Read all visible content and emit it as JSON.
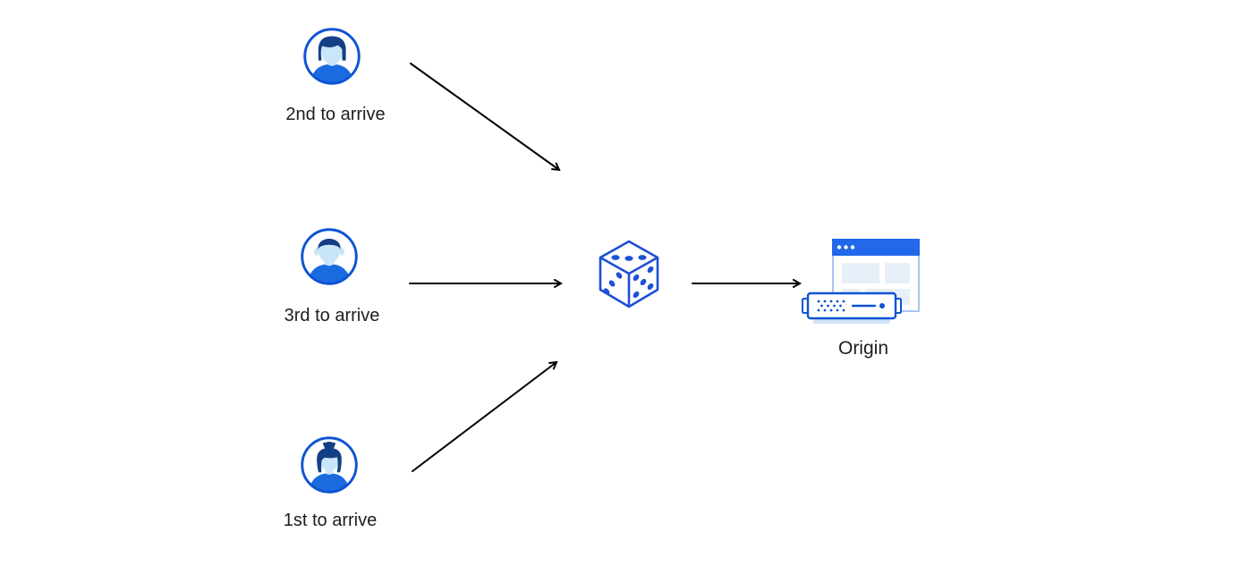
{
  "nodes": {
    "visitor_top": {
      "label": "2nd to arrive",
      "icon": "male-user-avatar"
    },
    "visitor_middle": {
      "label": "3rd to arrive",
      "icon": "male-user-avatar"
    },
    "visitor_bottom": {
      "label": "1st to arrive",
      "icon": "female-user-avatar"
    },
    "selector": {
      "icon": "dice"
    },
    "origin": {
      "label": "Origin",
      "icon": "origin-server-window"
    }
  },
  "edges": [
    {
      "from": "visitor_top",
      "to": "selector"
    },
    {
      "from": "visitor_middle",
      "to": "selector"
    },
    {
      "from": "visitor_bottom",
      "to": "selector"
    },
    {
      "from": "selector",
      "to": "origin"
    }
  ],
  "colors": {
    "brand_blue": "#0d53d3",
    "dice_blue": "#1d4fd7",
    "hair_navy": "#153f85",
    "skin_blue": "#c9e5f8",
    "shirt_blue": "#1a6be0",
    "titlebar_blue": "#2268ea",
    "window_border": "#a9c4f2",
    "panel_fill": "#e7f0f9",
    "server_base": "#cfe4f7",
    "arrow_black": "#000000",
    "text_color": "#1d1d1f"
  }
}
